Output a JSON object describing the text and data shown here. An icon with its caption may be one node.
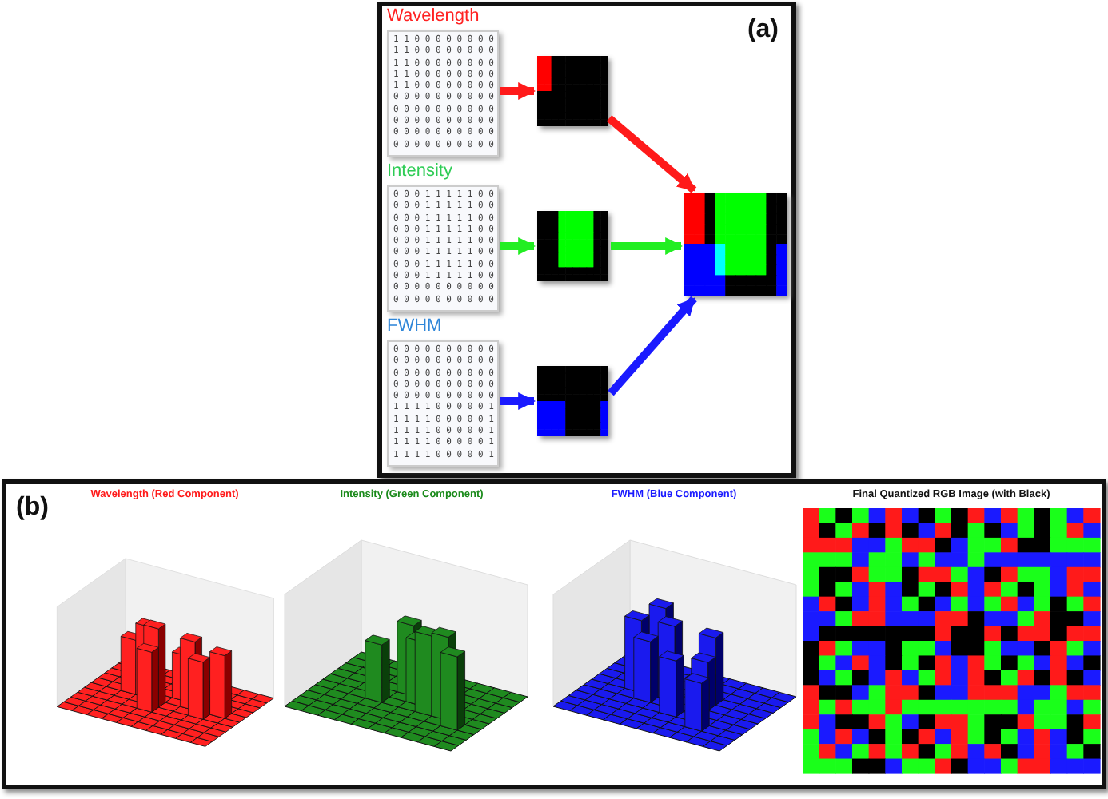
{
  "diagram": {
    "nodes": [
      {
        "text": [
          "(a)"
        ]
      },
      {
        "text": [
          "Wavelength",
          "1 1 0 0 0 0 0 0 0 0",
          "1 1 0 0 0 0 0 0 0 0",
          "1 1 0 0 0 0 0 0 0 0",
          "1 1 0 0 0 0 0 0 0 0",
          "1 1 0 0 0 0 0 0 0 0",
          "0 0 0 0 0 0 0 0 0 0",
          "0 0 0 0 0 0 0 0 0 0",
          "0 0 0 0 0 0 0 0 0 0",
          "0 0 0 0 0 0 0 0 0 0",
          "0 0 0 0 0 0 0 0 0 0"
        ],
        "in": 0
      },
      {
        "text": [],
        "shape": "box",
        "in": 0
      },
      {
        "text": [
          "Intensity",
          "0 0 0 1 1 1 1 1 0 0",
          "0 0 0 1 1 1 1 1 0 0",
          "0 0 0 1 1 1 1 1 0 0",
          "0 0 0 1 1 1 1 1 0 0",
          "0 0 0 1 1 1 1 1 0 0",
          "0 0 0 1 1 1 1 1 0 0",
          "0 0 0 1 1 1 1 1 0 0",
          "0 0 0 1 1 1 1 1 0 0",
          "0 0 0 0 0 0 0 0 0 0",
          "0 0 0 0 0 0 0 0 0 0"
        ],
        "in": 0
      },
      {
        "text": [],
        "shape": "box",
        "in": 0
      },
      {
        "text": [
          "FWHM",
          "0 0 0 0 0 0 0 0 0 0",
          "0 0 0 0 0 0 0 0 0 0",
          "0 0 0 0 0 0 0 0 0 0",
          "0 0 0 0 0 0 0 0 0 0",
          "0 0 0 0 0 0 0 0 0 0",
          "1 1 1 1 0 0 0 0 0 1",
          "1 1 1 1 0 0 0 0 0 1",
          "1 1 1 1 0 0 0 0 0 1",
          "1 1 1 1 0 0 0 0 0 1",
          "1 1 1 1 0 0 0 0 0 1"
        ],
        "in": 0
      },
      {
        "text": [],
        "shape": "box",
        "in": 0
      },
      {
        "text": [],
        "shape": "box",
        "in": 0
      },
      {
        "text": [
          "(b)"
        ]
      },
      {
        "text": [
          "Wavelength (Red Component)"
        ],
        "in": 8
      },
      {
        "text": [
          "Intensity (Green Component)"
        ],
        "in": 8
      },
      {
        "text": [
          "FWHM (Blue Component)"
        ],
        "in": 8
      },
      {
        "text": [
          "Final Quantized RGB Image (with Black)"
        ],
        "in": 8
      }
    ],
    "edges": [
      {
        "from": 1,
        "to": 2,
        "arrow": "to",
        "color": "#ff1a1a"
      },
      {
        "from": 2,
        "to": 7,
        "arrow": "to",
        "color": "#ff1a1a"
      },
      {
        "from": 3,
        "to": 4,
        "arrow": "to",
        "color": "#22ee22"
      },
      {
        "from": 4,
        "to": 7,
        "arrow": "to",
        "color": "#22ee22"
      },
      {
        "from": 5,
        "to": 6,
        "arrow": "to",
        "color": "#1a1aff"
      },
      {
        "from": 6,
        "to": 7,
        "arrow": "to",
        "color": "#1a1aff"
      }
    ]
  }
}
